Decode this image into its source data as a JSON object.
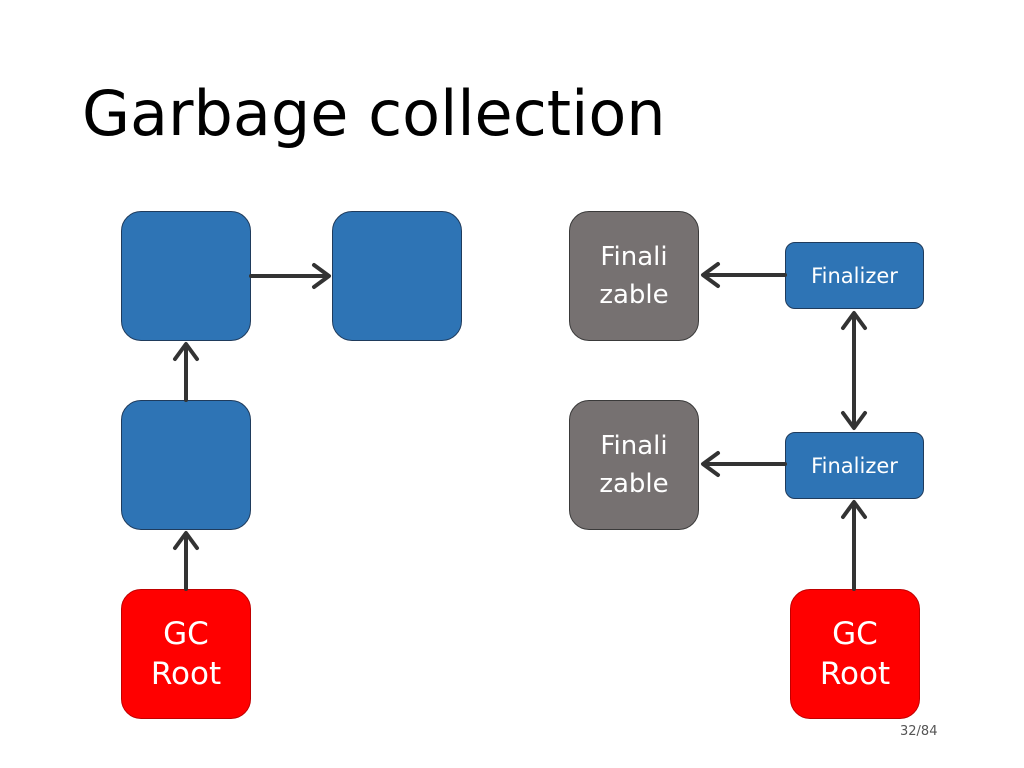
{
  "title": "Garbage collection",
  "left_graph": {
    "gc_root_label": "GC\nRoot"
  },
  "right_graph": {
    "finalizable_top_label": "Finali\nzable",
    "finalizable_bottom_label": "Finali\nzable",
    "finalizer_top_label": "Finalizer",
    "finalizer_bottom_label": "Finalizer",
    "gc_root_label": "GC\nRoot"
  },
  "page_number": "32/84",
  "colors": {
    "object": "#2e74b5",
    "finalizable": "#767171",
    "gc_root": "#ff0000",
    "arrow": "#333333"
  }
}
